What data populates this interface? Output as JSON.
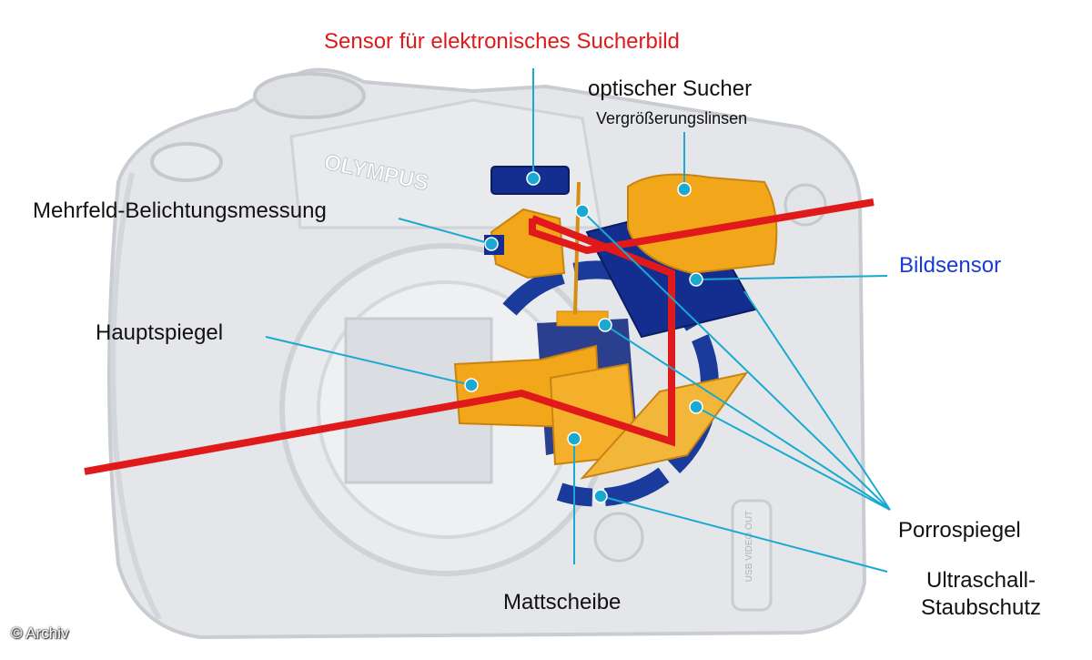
{
  "labels": {
    "evf_sensor": "Sensor für elektronisches Sucherbild",
    "optical_viewfinder": "optischer Sucher",
    "magnifier_lenses": "Vergrößerungslinsen",
    "metering": "Mehrfeld-Belichtungsmessung",
    "image_sensor": "Bildsensor",
    "main_mirror": "Hauptspiegel",
    "porro_mirror": "Porrospiegel",
    "focusing_screen": "Mattscheibe",
    "dust_line1": "Ultraschall-",
    "dust_line2": "Staubschutz"
  },
  "brand_logo": "OLYMPUS",
  "port_text": "USB VIDEO OUT",
  "copyright": "© Archiv",
  "colors": {
    "camera_body": "#e4e6e9",
    "camera_outline": "#c9ccd1",
    "mirror_orange": "#f2a71b",
    "sensor_blue": "#0f2a8a",
    "light_path_red": "#e01a1a",
    "leader_cyan": "#19a9d1",
    "evf_label_red": "#e01a1a",
    "sensor_label_blue": "#1a3ad6"
  }
}
